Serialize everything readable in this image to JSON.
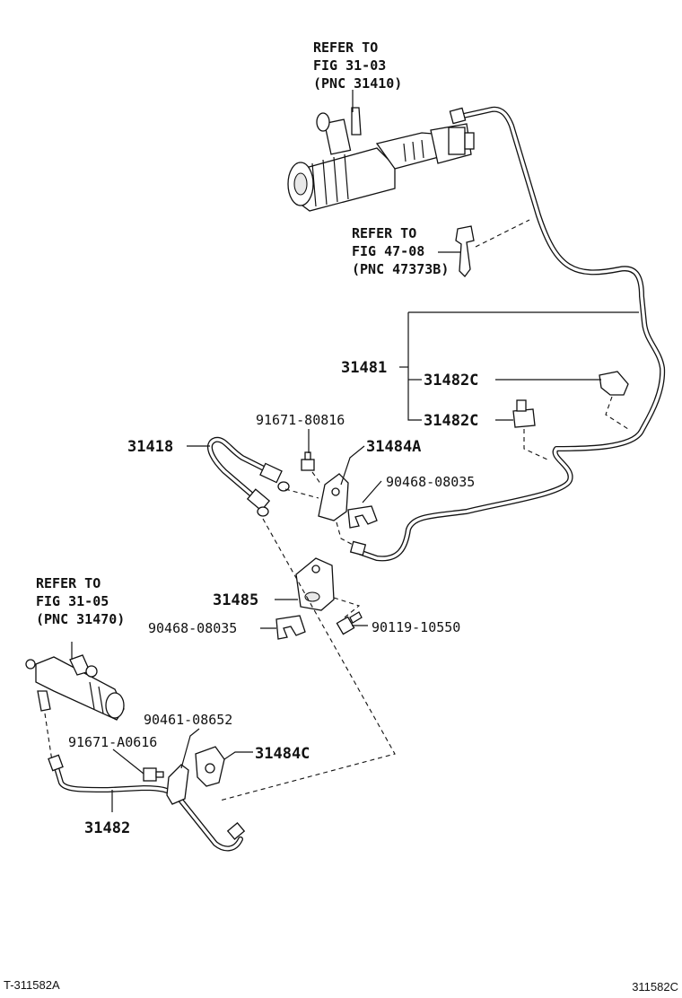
{
  "refs": {
    "master_cylinder": [
      "REFER TO",
      "FIG 31-03",
      "(PNC 31410)"
    ],
    "clamp": [
      "REFER TO",
      "FIG 47-08",
      "(PNC 47373B)"
    ],
    "release_cylinder": [
      "REFER TO",
      "FIG 31-05",
      "(PNC 31470)"
    ]
  },
  "parts": {
    "p31481": "31481",
    "p31482c_a": "31482C",
    "p31482c_b": "31482C",
    "p91671_80816": "91671-80816",
    "p31418": "31418",
    "p31484a": "31484A",
    "p90468_08035_a": "90468-08035",
    "p31485": "31485",
    "p90468_08035_b": "90468-08035",
    "p90119_10550": "90119-10550",
    "p90461_08652": "90461-08652",
    "p91671_a0616": "91671-A0616",
    "p31484c": "31484C",
    "p31482": "31482"
  },
  "footer": {
    "left": "T-311582A",
    "right": "311582C"
  }
}
